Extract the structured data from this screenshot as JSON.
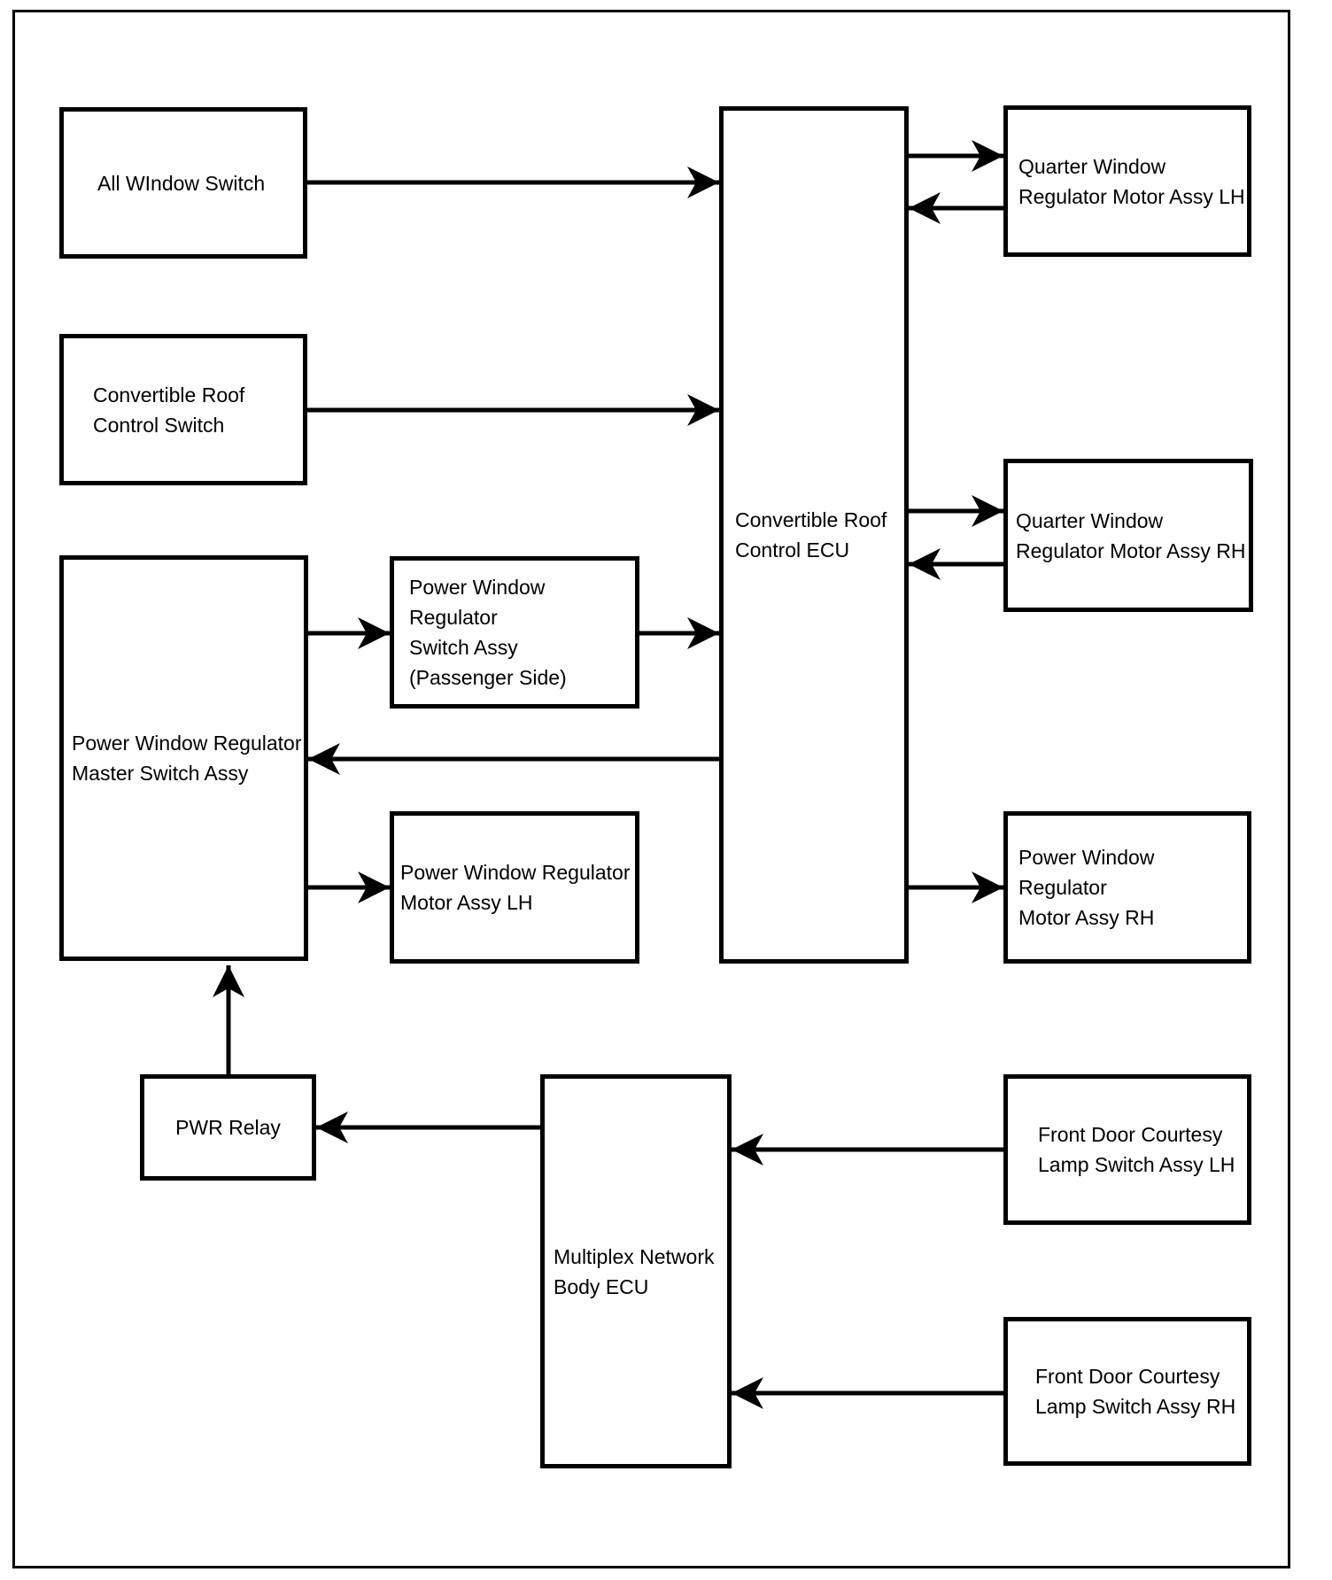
{
  "diagram_type": "block-diagram",
  "colors": {
    "line": "#000000",
    "background": "#ffffff",
    "text": "#000000"
  },
  "nodes": [
    {
      "id": "all-window-switch",
      "lines": [
        "All WIndow Switch"
      ]
    },
    {
      "id": "convertible-roof-control-switch",
      "lines": [
        "Convertible Roof",
        "Control Switch"
      ]
    },
    {
      "id": "power-window-regulator-master-switch-assy",
      "lines": [
        "Power Window Regulator",
        "Master Switch Assy"
      ]
    },
    {
      "id": "power-window-regulator-switch-assy-passenger-side",
      "lines": [
        "Power Window Regulator",
        "Switch Assy",
        "(Passenger Side)"
      ]
    },
    {
      "id": "power-window-regulator-motor-assy-lh",
      "lines": [
        "Power Window Regulator",
        "Motor Assy LH"
      ]
    },
    {
      "id": "convertible-roof-control-ecu",
      "lines": [
        "Convertible Roof",
        "Control ECU"
      ]
    },
    {
      "id": "quarter-window-regulator-motor-assy-lh",
      "lines": [
        "Quarter Window",
        "Regulator Motor Assy LH"
      ]
    },
    {
      "id": "quarter-window-regulator-motor-assy-rh",
      "lines": [
        "Quarter Window",
        "Regulator Motor Assy RH"
      ]
    },
    {
      "id": "power-window-regulator-motor-assy-rh",
      "lines": [
        "Power Window Regulator",
        "Motor Assy RH"
      ]
    },
    {
      "id": "pwr-relay",
      "lines": [
        "PWR Relay"
      ]
    },
    {
      "id": "multiplex-network-body-ecu",
      "lines": [
        "Multiplex Network",
        "Body ECU"
      ]
    },
    {
      "id": "front-door-courtesy-lamp-switch-assy-lh",
      "lines": [
        "Front Door Courtesy",
        "Lamp Switch Assy LH"
      ]
    },
    {
      "id": "front-door-courtesy-lamp-switch-assy-rh",
      "lines": [
        "Front Door Courtesy",
        "Lamp Switch Assy RH"
      ]
    }
  ],
  "connections": [
    {
      "from": "all-window-switch",
      "to": "convertible-roof-control-ecu"
    },
    {
      "from": "convertible-roof-control-switch",
      "to": "convertible-roof-control-ecu"
    },
    {
      "from": "power-window-regulator-master-switch-assy",
      "to": "power-window-regulator-switch-assy-passenger-side"
    },
    {
      "from": "power-window-regulator-switch-assy-passenger-side",
      "to": "convertible-roof-control-ecu"
    },
    {
      "from": "convertible-roof-control-ecu",
      "to": "power-window-regulator-master-switch-assy"
    },
    {
      "from": "power-window-regulator-master-switch-assy",
      "to": "power-window-regulator-motor-assy-lh"
    },
    {
      "from": "convertible-roof-control-ecu",
      "to": "quarter-window-regulator-motor-assy-lh"
    },
    {
      "from": "quarter-window-regulator-motor-assy-lh",
      "to": "convertible-roof-control-ecu"
    },
    {
      "from": "convertible-roof-control-ecu",
      "to": "quarter-window-regulator-motor-assy-rh"
    },
    {
      "from": "quarter-window-regulator-motor-assy-rh",
      "to": "convertible-roof-control-ecu"
    },
    {
      "from": "convertible-roof-control-ecu",
      "to": "power-window-regulator-motor-assy-rh"
    },
    {
      "from": "pwr-relay",
      "to": "power-window-regulator-master-switch-assy"
    },
    {
      "from": "multiplex-network-body-ecu",
      "to": "pwr-relay"
    },
    {
      "from": "front-door-courtesy-lamp-switch-assy-lh",
      "to": "multiplex-network-body-ecu"
    },
    {
      "from": "front-door-courtesy-lamp-switch-assy-rh",
      "to": "multiplex-network-body-ecu"
    }
  ]
}
